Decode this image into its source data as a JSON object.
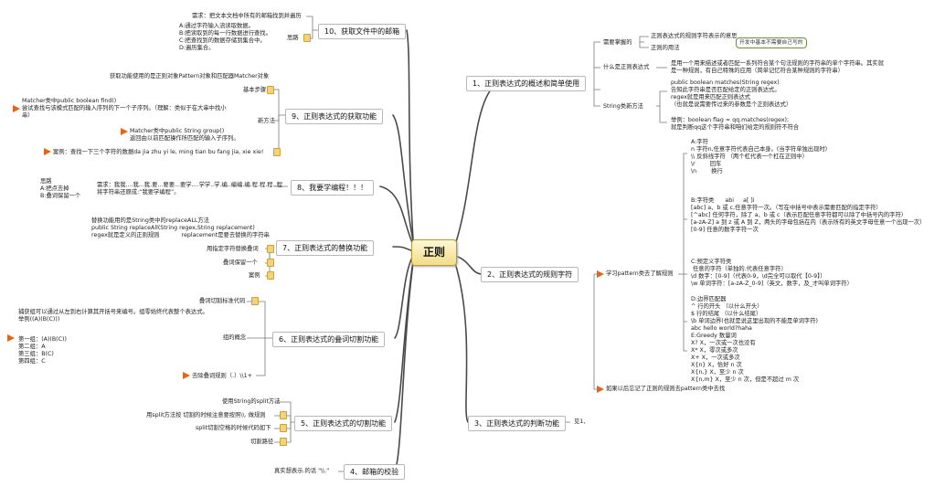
{
  "center": "正则",
  "topics": {
    "t1": "1、正则表达式的概述和简单使用",
    "t2": "2、正则表达式的规则字符",
    "t3": "3、正则表达式的判断功能",
    "t4": "4、邮箱的校验",
    "t5": "5、正则表达式的切割功能",
    "t6": "6、正则表达式的叠词切割功能",
    "t7": "7、正则表达式的替换功能",
    "t8": "8、我要学编程！！！",
    "t9": "9、正则表达式的获取功能",
    "t10": "10、获取文件中的邮箱"
  },
  "b1": {
    "need": "需要掌握的",
    "need_a": "正则表达式的规则字符表示的意思",
    "need_b": "正则的用法",
    "callout": "开发中基本不需要自己写的",
    "what": "什么是正则表达式",
    "what_desc": "是用一个用来描述或者匹配一系列符合某个句法规则的字符串的单个字符串。其实就\n是一种规则，有自己特殊的应用（简单记忆符合某种规则的字符串）",
    "str": "String类新方法",
    "str_desc": "public boolean matches(String regex)\n告知此字符串是否匹配给定的正则表达式。\nregex就是用来匹配正则表达式\n（也就是说需要传过来的参数是个正则表达式）",
    "example": "举例：boolean flag = qq.matches(regex);\n就是判断qq这个字符串和咱们给定的规则符不符合"
  },
  "b2": {
    "learn": "学习pattern类去了解规则",
    "a": "A:字符\nn 字符n,任意字符代表自己本身。(当字符单独出现时)\n\\\\ 反斜线字符 （两个杠代表一个杠在正则中）\n\\r        回车\n\\n        换行",
    "b": "B:字符类      abi     a[ ]i\n[abc] a、b 或 c,任意字符一次。（写在中括号中表示需要匹配的指定字符）\n[^abc] 任何字符，除了 a、b 或 c（表示匹配任意字符都可以除了中括号内的字符）\n[a-zA-Z] a 到 z 或 A 到 Z，两头的字母包括在内（表示所有的英文字母任意一个出现一次）\n[0-9] 任意的数字字符一次",
    "c": "C:预定义字符类\n 任意的字符（单独的.代表任意字符）\n\\d 数字：[0-9]（代表0-9，\\d完全可以取代【0-9】）\n\\w 单词字符：[a-zA-Z_0-9]（英文，数字，及_才叫单词字符）",
    "d": "D:边界匹配器\n^ 行的开头 （以什么开头）\n$ 行的结尾 （以什么结尾）\n\\b 单词边界(也就是说这里出现的不能是单词字符)\nabc hello world?haha",
    "e": "E:Greedy 数量词\nX? X，一次或一次也没有\nX* X，零次或多次\nX+ X，一次或多次\nX{n} X，恰好 n 次\nX{n,} X，至少 n 次\nX{n,m} X，至少 n 次，但是不超过 m 次",
    "forgot": "如果以后忘记了正则的规则去pattern类中去找"
  },
  "b3": {
    "see": "见1、"
  },
  "b4": {
    "note": "真实想表示.的话 \"\\\\.\""
  },
  "b5": {
    "s1": "使用String的split方法",
    "s2": "用split方法按 切割的时候注意要按照\\\\. 做规则",
    "s3": "split切割空格的时候代码如下",
    "s4": "切割路径"
  },
  "b6": {
    "code": "叠词切割标准代码",
    "group": "组的概念",
    "group_desc": "捕获组可以通过从左到右计算其开括号来编号。组零始终代表整个表达式。\n举例((A)(B(C)))",
    "groups": "第一组：(A)(B(C))\n第二组：A\n第三组：B(C)\n第四组：C",
    "remove": "去除叠词规则（.）\\\\1+"
  },
  "b7": {
    "desc": "替换功能用的是String类中的replaceALL方法\npublic String replaceAll(String regex,String replacement)\nregex就是定义的正则规则            replacement是要去替换的字符串",
    "r1": "用指定字符替换叠词",
    "r2": "叠词保留一个",
    "r3": "案例"
  },
  "b8": {
    "req": "需求：我我....我...我.要...要要...要学....学学..学.编..编编.编.程.程.程..程\n将字符串还原成:“我要学编程”。",
    "idea": "思路\nA:把点去掉\nB:叠词保留一个"
  },
  "b9": {
    "intro": "获取功能使用的是正则对象Pattern对象和匹配器Matcher对象",
    "steps": "基本步骤",
    "newm": "新方法",
    "find": "Matcher类中public boolean find()\n尝试查找与该模式匹配的输入序列的下一个子序列。（理解：类似于在大串中找小\n串）",
    "group": "Matcher类中public String group()\n返回由以前匹配操作所匹配的输入子序列。",
    "case": "案例：查找一下三个字符的数据da jia zhu yi le, ming tian bu fang jia, xie xie!"
  },
  "b10": {
    "req": "需求：把文本文档中所有的邮箱找到并遍历",
    "idea": "思路",
    "steps": "A:通过字符输入流读取数据。\nB:把读取到的每一行数据进行查找。\nC:把查找到的数据存储到集合中。\nD:遍历集合。"
  }
}
